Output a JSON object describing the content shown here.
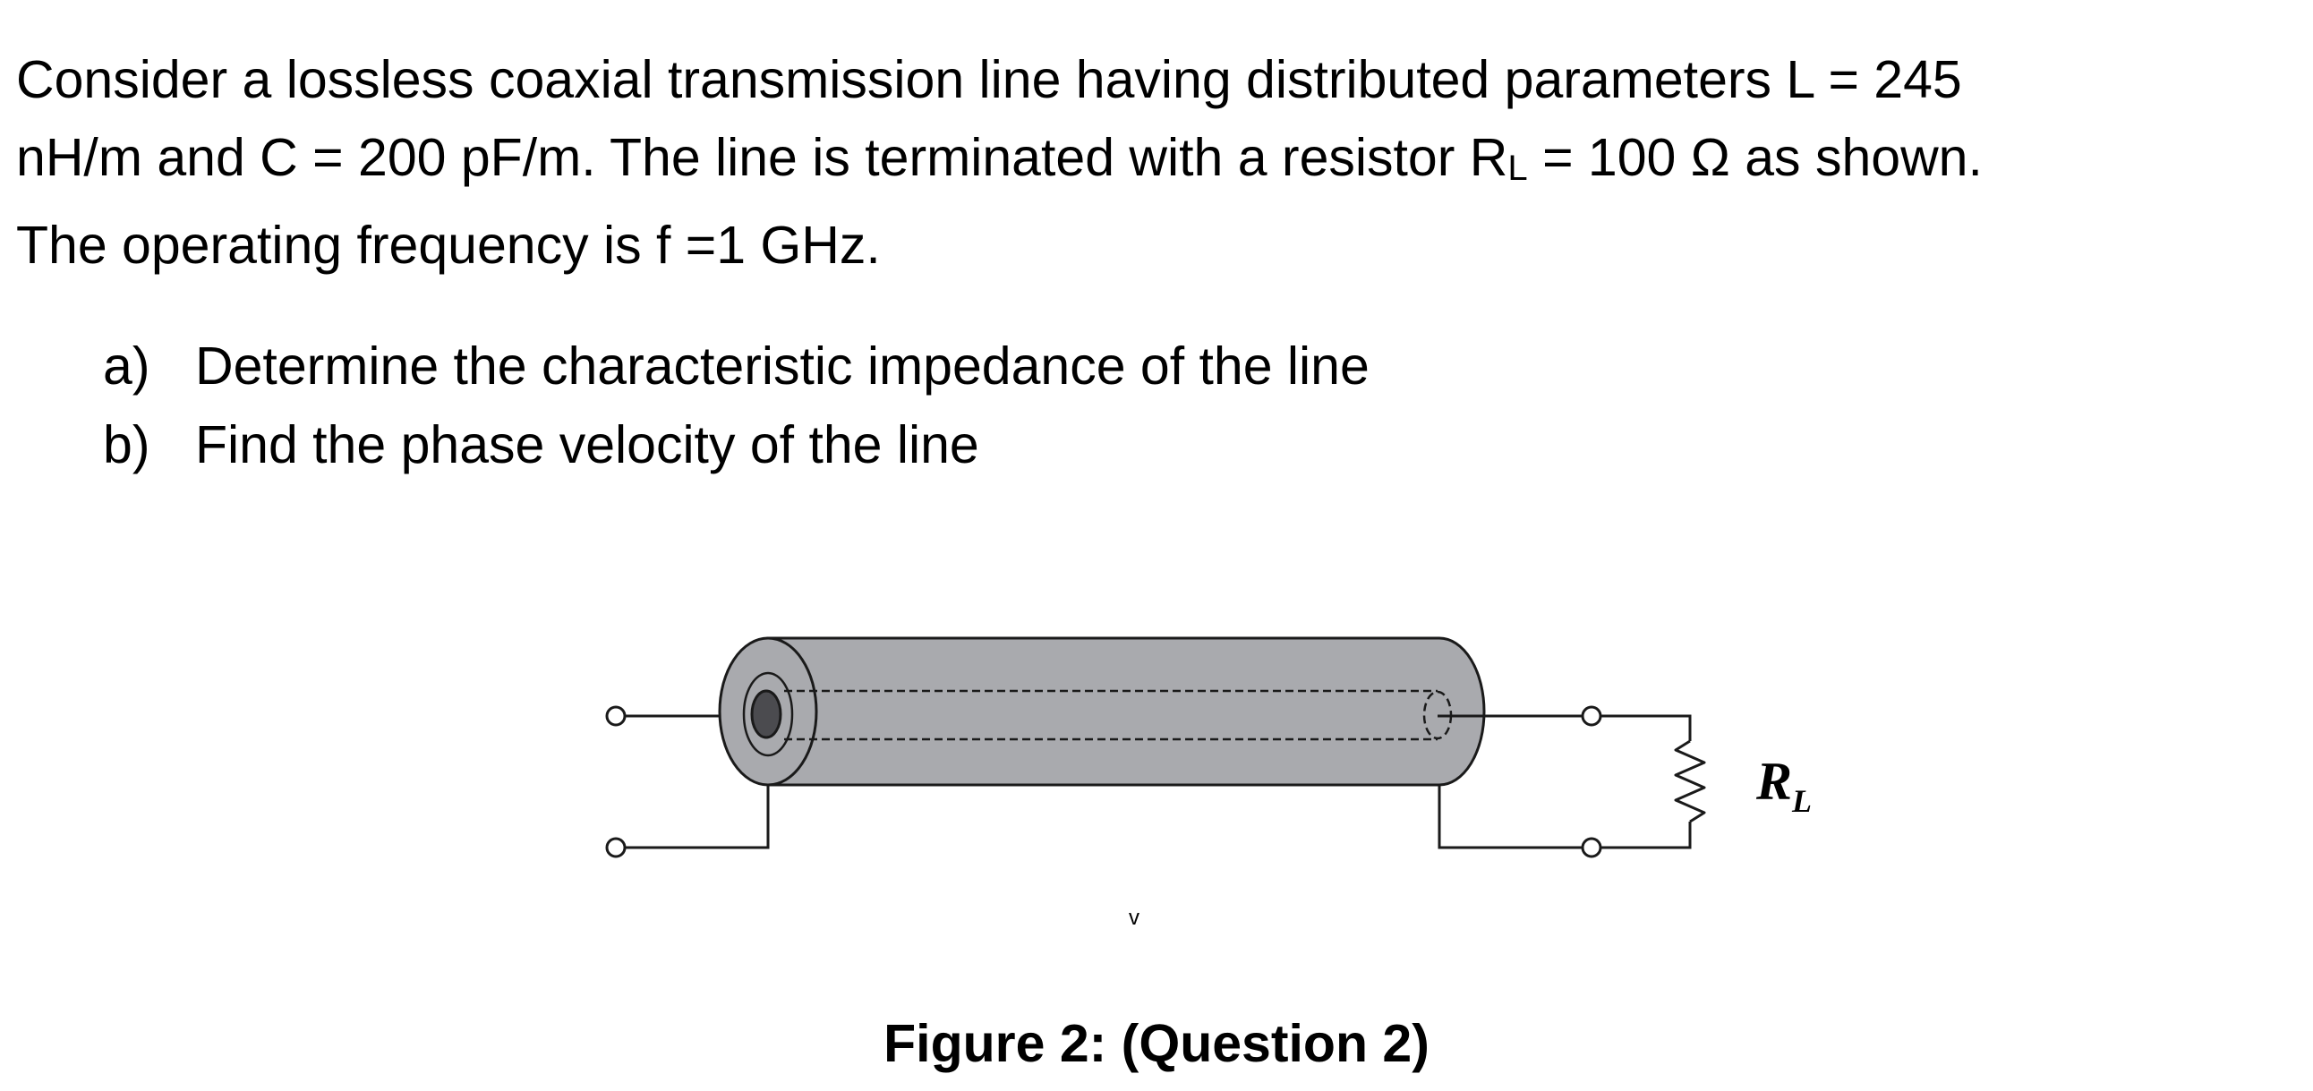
{
  "problem": {
    "line1": "Consider a lossless coaxial transmission line having distributed parameters L = 245",
    "line2_before_sub": "nH/m and C = 200 pF/m. The line is terminated with a resistor R",
    "line2_sub": "L",
    "line2_after_sub": " = 100 Ω as shown.",
    "line3": "The operating frequency is f =1 GHz."
  },
  "questions": [
    {
      "marker": "a)",
      "text": "Determine the characteristic impedance of the line"
    },
    {
      "marker": "b)",
      "text": "Find the phase velocity of the line"
    }
  ],
  "figure": {
    "resistor_label": "R",
    "resistor_label_sub": "L",
    "stray_mark": "v",
    "caption": "Figure 2: (Question 2)",
    "colors": {
      "cable_fill": "#a9aaae",
      "inner_conductor": "#4b4b4f",
      "stroke": "#1a1a1a"
    }
  }
}
